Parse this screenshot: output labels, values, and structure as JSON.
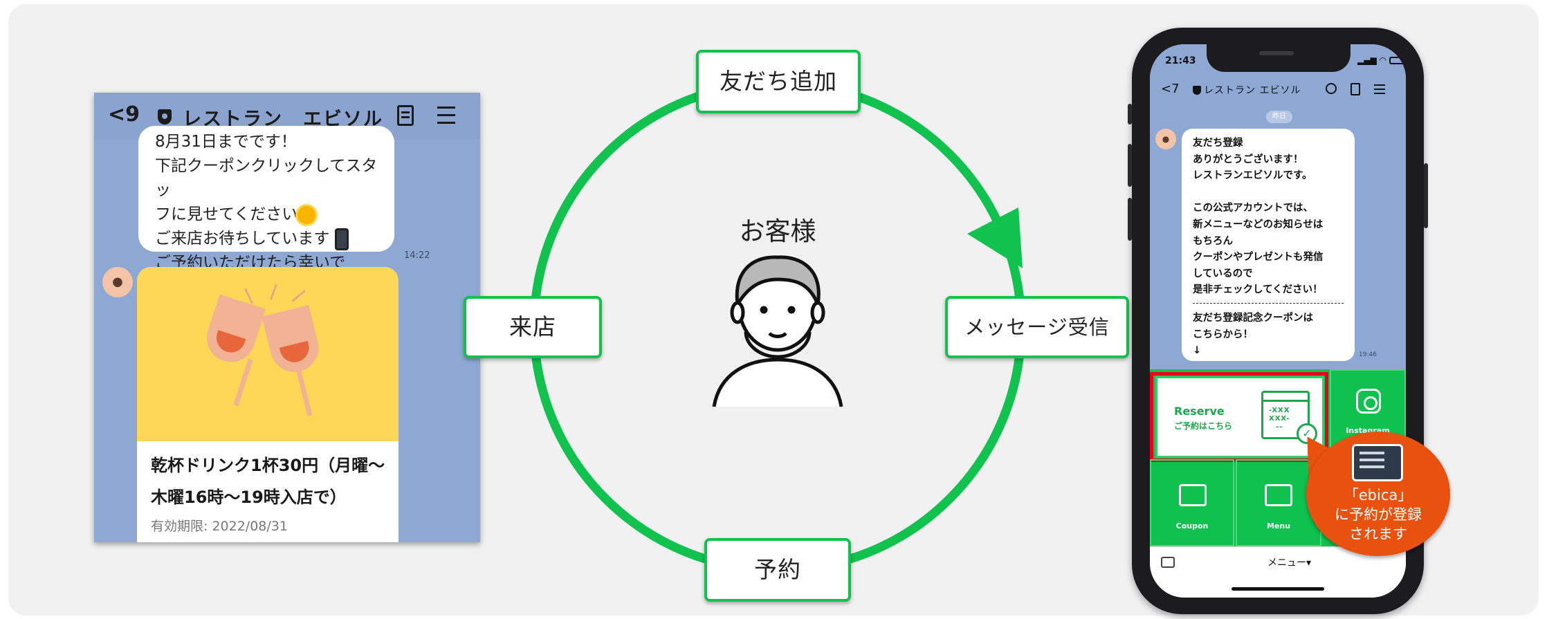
{
  "left_chat": {
    "back": "<9",
    "title": "レストラン　エビソル",
    "message_lines": [
      "8月31日までです！",
      "下記クーポンクリックしてスタッ",
      "フに見せてください",
      "ご来店お待ちしています",
      "ご予約いただけたら幸いです。。"
    ],
    "time": "14:22",
    "coupon_title": "乾杯ドリンク1杯30円（月曜〜木曜16時〜19時入店で）",
    "coupon_expiry": "有効期限: 2022/08/31"
  },
  "cycle": {
    "top": "友だち追加",
    "right": "メッセージ受信",
    "bottom": "予約",
    "left": "来店",
    "center": "お客様",
    "accent_color": "#12c24f"
  },
  "phone": {
    "status_time": "21:43",
    "back": "<7",
    "title": "レストラン エビソル",
    "date_chip": "昨日",
    "message_lines": [
      "友だち登録",
      "ありがとうございます！",
      "レストランエビソルです。",
      "",
      "この公式アカウントでは、",
      "新メニューなどのお知らせは",
      "もちろん",
      "クーポンやプレゼントも発信",
      "しているので",
      "是非チェックしてください！"
    ],
    "message_after": [
      "友だち登録記念クーポンは",
      "こちらから！",
      "↓"
    ],
    "time": "19:46",
    "rich_menu": {
      "reserve_en": "Reserve",
      "reserve_jp": "ご予約はこちら",
      "calendar_text": "-XXX\nXXX-\n--",
      "instagram": "Instagram",
      "coupon": "Coupon",
      "menu": "Menu"
    },
    "bottom_menu": "メニュー▾"
  },
  "callout": {
    "line1": "「ebica」",
    "line2": "に予約が登録",
    "line3": "されます",
    "color": "#e8510e"
  }
}
